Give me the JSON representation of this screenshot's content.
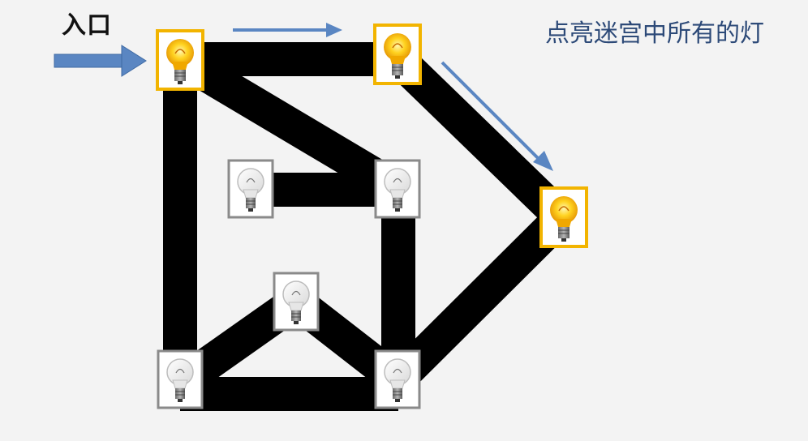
{
  "labels": {
    "entrance": "入口",
    "goal": "点亮迷宫中所有的灯"
  },
  "colors": {
    "background": "#f3f3f3",
    "corridor": "#000000",
    "arrow": "#5a86c2",
    "lit_frame": "#f2b400",
    "unlit_frame": "#8a8a8a",
    "goal_text": "#2d4a78"
  },
  "bulbs": [
    {
      "id": "bulb-top-left",
      "state": "lit"
    },
    {
      "id": "bulb-top-middle",
      "state": "lit"
    },
    {
      "id": "bulb-right",
      "state": "lit"
    },
    {
      "id": "bulb-inner-left",
      "state": "unlit"
    },
    {
      "id": "bulb-inner-right",
      "state": "unlit"
    },
    {
      "id": "bulb-center-peak",
      "state": "unlit"
    },
    {
      "id": "bulb-bottom-left",
      "state": "unlit"
    },
    {
      "id": "bulb-bottom-right",
      "state": "unlit"
    }
  ],
  "arrows": [
    {
      "id": "entry-arrow",
      "icon": "arrow-right-icon"
    },
    {
      "id": "path-arrow-top",
      "icon": "arrow-right-icon"
    },
    {
      "id": "path-arrow-diagonal",
      "icon": "arrow-down-right-icon"
    }
  ]
}
